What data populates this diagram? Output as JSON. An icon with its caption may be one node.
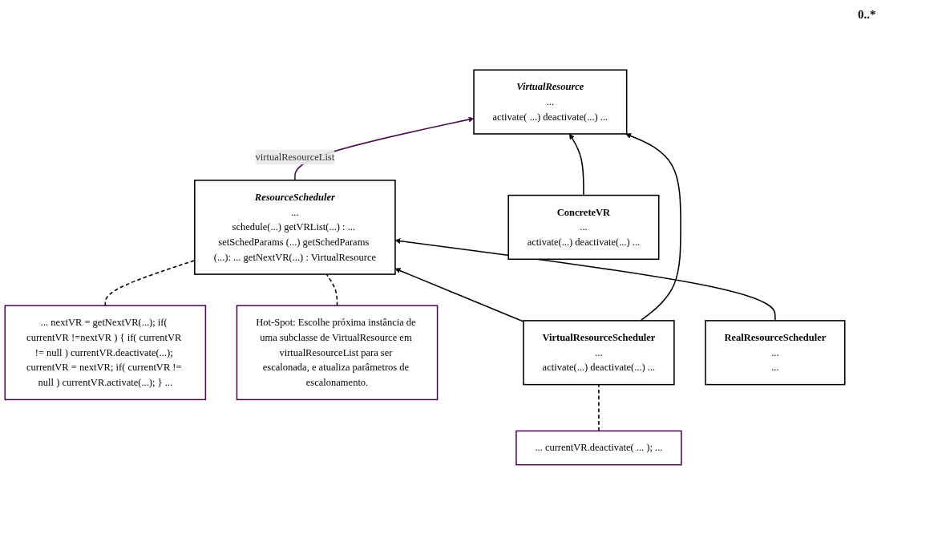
{
  "diagram": {
    "nodes": [
      {
        "text": [
          "VirtualResource",
          "...",
          "activate( ...) deactivate(...) ..."
        ]
      },
      {
        "text": [
          "ResourceScheduler",
          "...",
          "schedule(...) getVRList(...) : ... setSchedParams (...) getSchedParams (...): ... getNextVR(...) : VirtualResource"
        ]
      },
      {
        "text": [
          "... nextVR = getNextVR(...); if( currentVR !=nextVR ) { if( currentVR != null ) currentVR.deactivate(...); currentVR = nextVR; if( currentVR != null ) currentVR.activate(...); } ..."
        ]
      },
      {
        "text": [
          "Hot-Spot: Escolhe próxima instância de uma subclasse de VirtualResource em virtualResourceList para ser escalonada, e atualiza parâmetros de escalonamento."
        ]
      },
      {
        "text": [
          "ConcreteVR",
          "...",
          "activate(...) deactivate(...) ..."
        ]
      },
      {
        "text": [
          "VirtualResourceScheduler",
          "...",
          "activate(...) deactivate(...) ..."
        ]
      },
      {
        "text": [
          "RealResourceScheduler",
          "...",
          "..."
        ]
      },
      {
        "text": [
          "... currentVR.deactivate( ... ); ..."
        ]
      }
    ],
    "edges": [
      {
        "from": 1,
        "to": 0,
        "arrow": "to",
        "label": "virtualResourceList",
        "color": "#4b0f4b"
      },
      {
        "from": 4,
        "to": 0,
        "arrow": "to"
      },
      {
        "from": 5,
        "to": 0,
        "arrow": "to"
      },
      {
        "from": 5,
        "to": 1,
        "arrow": "to"
      },
      {
        "from": 6,
        "to": 1,
        "arrow": "to"
      },
      {
        "from": 2,
        "to": 1,
        "arrow": "none",
        "style": "dashed"
      },
      {
        "from": 3,
        "to": 1,
        "arrow": "none",
        "style": "dashed"
      },
      {
        "from": 7,
        "to": 5,
        "arrow": "none",
        "style": "dashed"
      }
    ],
    "labels": [
      "0..*"
    ]
  }
}
